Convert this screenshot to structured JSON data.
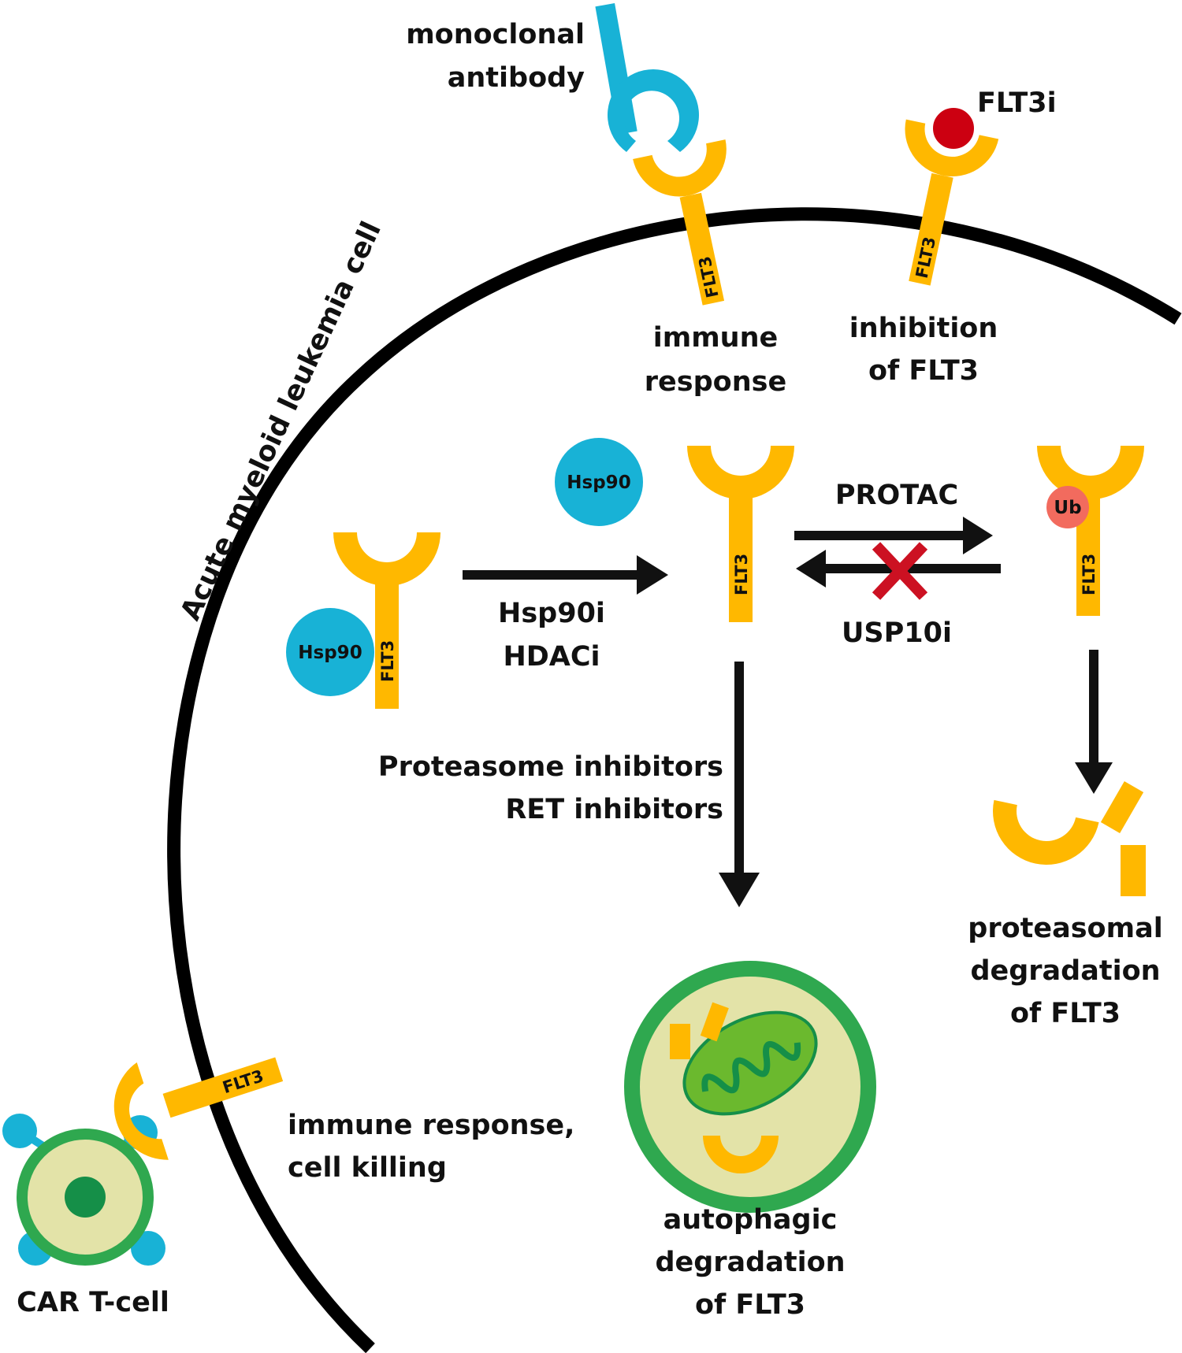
{
  "colors": {
    "receptor": "#FFB800",
    "antibody": "#18B2D6",
    "inhibitor": "#CC0011",
    "ubiquitin": "#F26B5E",
    "membrane": "#000000",
    "arrow": "#111111",
    "cross": "#CC1122",
    "vesicle_outer": "#2FA84F",
    "vesicle_inner": "#E3E3A8",
    "mitochondrion": "#6BB92E",
    "tcell_nucleus": "#158F48"
  },
  "cell": {
    "label": "Acute myeloid leukemia cell"
  },
  "antibody": {
    "label_lines": [
      "monoclonal",
      "antibody"
    ]
  },
  "flt3_inhibitor": {
    "label": "FLT3i"
  },
  "receptor": {
    "label": "FLT3"
  },
  "hsp90": {
    "label": "Hsp90"
  },
  "ubiquitin": {
    "label": "Ub"
  },
  "outcomes": {
    "immune_response": [
      "immune",
      "response"
    ],
    "inhibition": [
      "inhibition",
      "of FLT3"
    ],
    "proteasomal": [
      "proteasomal",
      "degradation",
      "of FLT3"
    ],
    "autophagic": [
      "autophagic",
      "degradation",
      "of FLT3"
    ],
    "car_t": [
      "immune response,",
      "cell killing"
    ]
  },
  "drugs": {
    "hsp90_line1": "Hsp90i",
    "hsp90_line2": "HDACi",
    "protac": "PROTAC",
    "usp10": "USP10i",
    "proteasome_line1": "Proteasome inhibitors",
    "proteasome_line2": "RET inhibitors"
  },
  "car_t_cell": {
    "label": "CAR T-cell"
  }
}
